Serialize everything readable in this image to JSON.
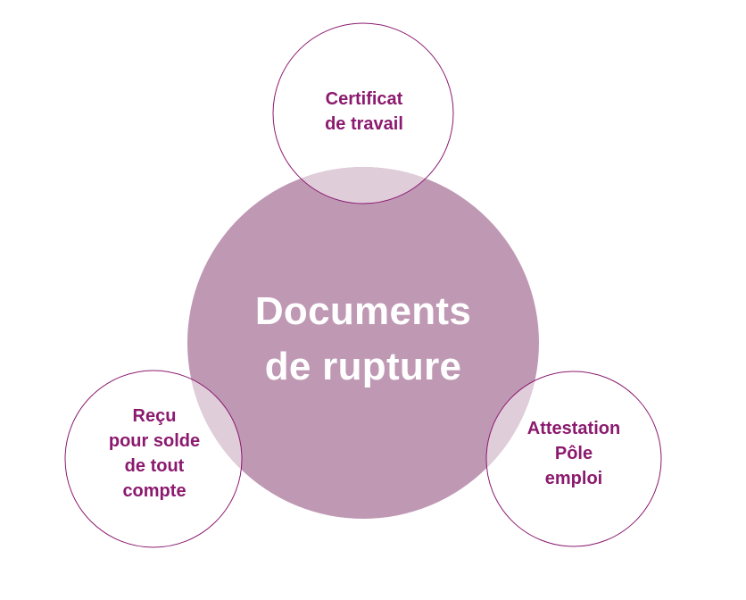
{
  "diagram": {
    "center": {
      "lines": [
        "Documents",
        "de rupture"
      ],
      "fill_color": "#bf98b4",
      "text_color": "#ffffff"
    },
    "satellites": {
      "top": {
        "lines": [
          "Certificat",
          "de travail"
        ]
      },
      "left": {
        "lines": [
          "Reçu",
          "pour solde",
          "de tout",
          "compte"
        ]
      },
      "right": {
        "lines": [
          "Attestation",
          "Pôle",
          "emploi"
        ]
      }
    },
    "satellite_stroke_color": "#8b1a6f",
    "satellite_text_color": "#8b1a6f",
    "overlap_color": "#e0cdda"
  }
}
